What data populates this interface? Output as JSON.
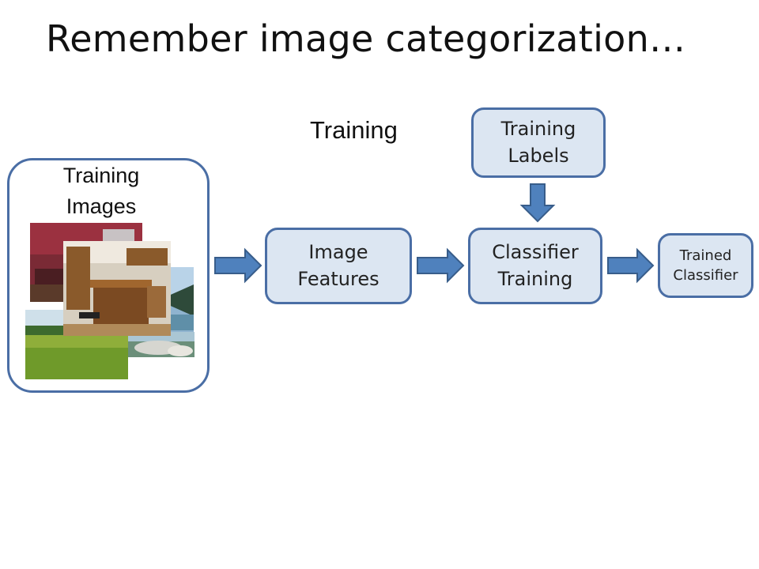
{
  "title": "Remember image categorization…",
  "section_label": "Training",
  "nodes": {
    "training_images": {
      "line1": "Training",
      "line2": "Images"
    },
    "image_features": {
      "line1": "Image",
      "line2": "Features"
    },
    "classifier_training": {
      "line1": "Classifier",
      "line2": "Training"
    },
    "training_labels": {
      "line1": "Training",
      "line2": "Labels"
    },
    "trained_classifier": {
      "line1": "Trained",
      "line2": "Classifier"
    }
  },
  "colors": {
    "box_fill": "#dce6f2",
    "box_border": "#4a6ea5",
    "arrow_fill": "#4f81bd",
    "arrow_stroke": "#385d8a"
  }
}
